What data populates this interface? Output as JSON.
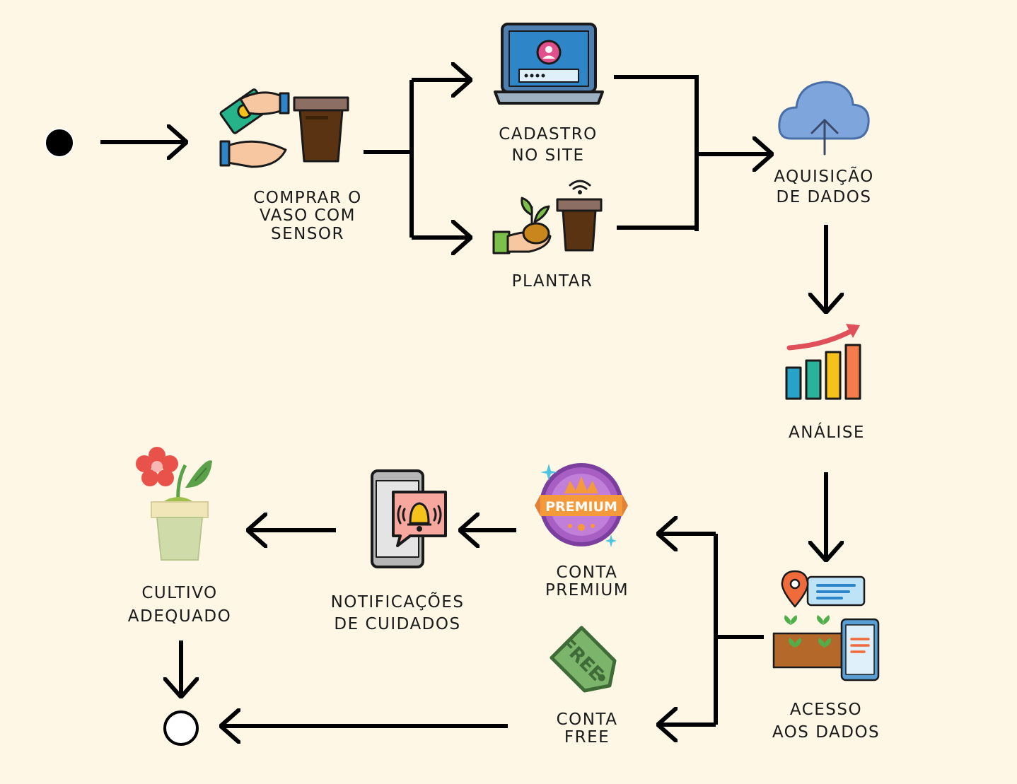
{
  "colors": {
    "background": "#fef7e5",
    "arrow": "#000000",
    "cloud": "#7fa6dc",
    "laptop": "#2e86c9",
    "premium": "#a75fc4",
    "free_tag": "#7cb46c",
    "pot_brown": "#5a3412",
    "bar_blue": "#27a3c9",
    "bar_teal": "#2ab39a",
    "bar_yellow": "#f5c21b",
    "bar_orange": "#f47c4c",
    "trend_red": "#e0505a"
  },
  "diagram": {
    "start_node": "initial-state",
    "end_node": "final-state",
    "nodes": {
      "comprar": {
        "icon": "hands-money-pot-icon",
        "lines": [
          "COMPRAR O",
          "VASO COM",
          "SENSOR"
        ]
      },
      "cadastro": {
        "icon": "laptop-login-icon",
        "lines": [
          "CADASTRO",
          "NO SITE"
        ]
      },
      "plantar": {
        "icon": "hand-seedling-pot-icon",
        "lines": [
          "PLANTAR"
        ]
      },
      "aquisicao": {
        "icon": "cloud-upload-icon",
        "lines": [
          "AQUISIÇÃO",
          "DE DADOS"
        ]
      },
      "analise": {
        "icon": "bar-chart-trend-icon",
        "lines": [
          "ANÁLISE"
        ]
      },
      "acesso": {
        "icon": "location-garden-phone-icon",
        "lines": [
          "ACESSO",
          "AOS DADOS"
        ]
      },
      "premium": {
        "icon": "premium-badge-icon",
        "badge_text": "PREMIUM",
        "lines": [
          "CONTA",
          "PREMIUM"
        ]
      },
      "free": {
        "icon": "free-tag-icon",
        "tag_text": "FREE",
        "lines": [
          "CONTA",
          "FREE"
        ]
      },
      "notificacoes": {
        "icon": "phone-bell-notification-icon",
        "lines": [
          "NOTIFICAÇÕES",
          "DE CUIDADOS"
        ]
      },
      "cultivo": {
        "icon": "flower-pot-icon",
        "lines": [
          "CULTIVO",
          "ADEQUADO"
        ]
      }
    }
  }
}
